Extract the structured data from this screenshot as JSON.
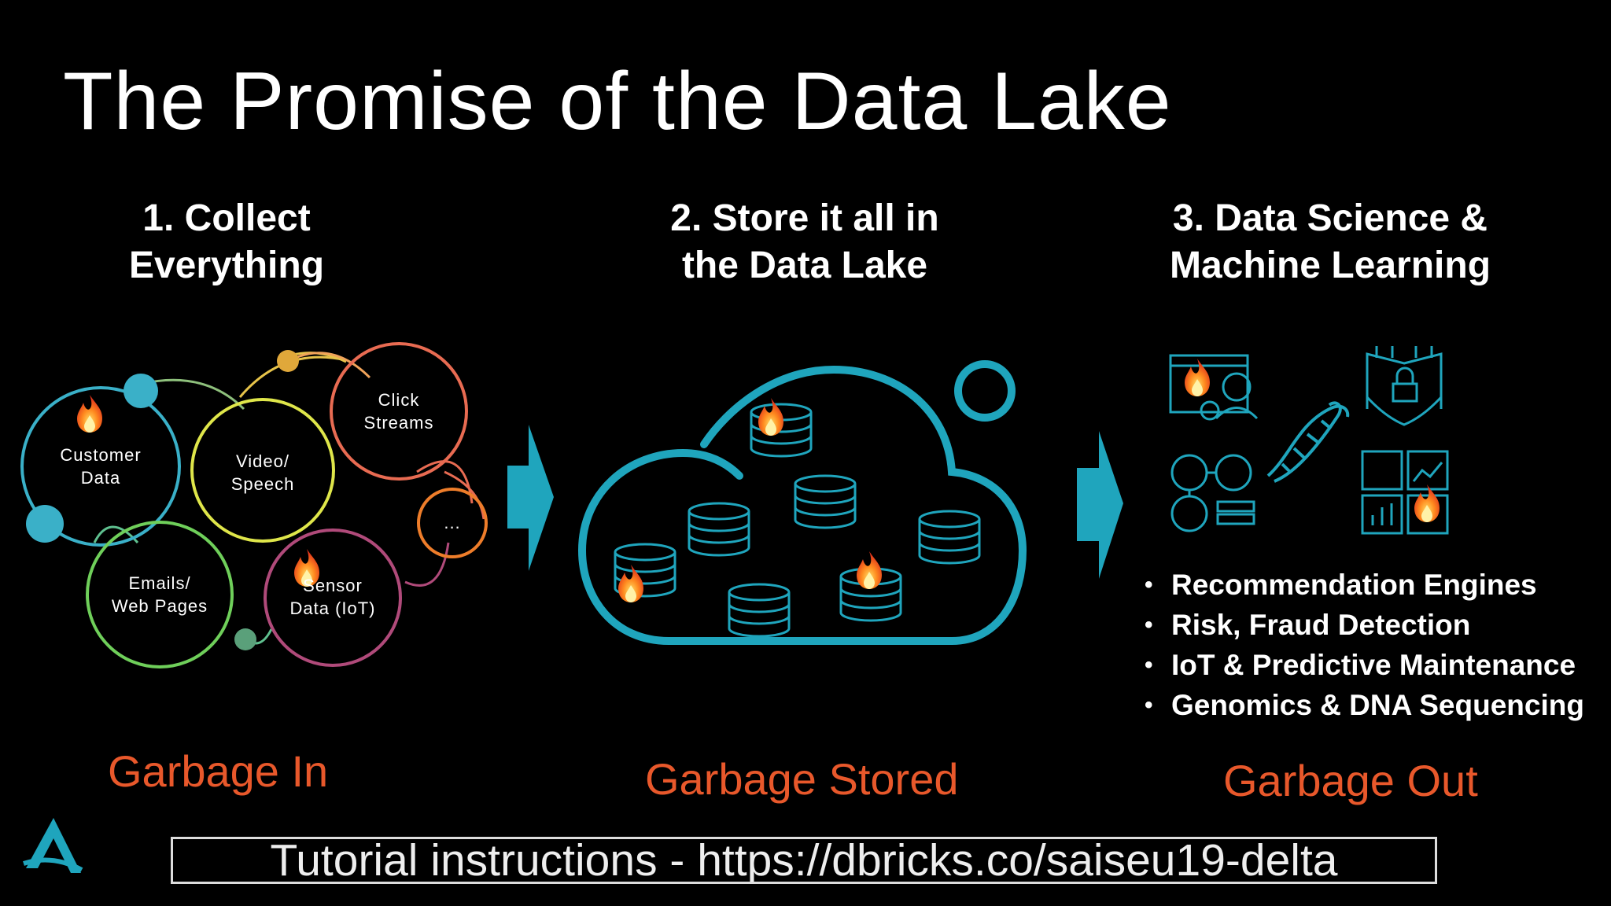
{
  "title": "The Promise of the Data Lake",
  "steps": [
    {
      "line1": "1. Collect",
      "line2": "Everything",
      "outcome": "Garbage In"
    },
    {
      "line1": "2. Store it all in",
      "line2": "the Data Lake",
      "outcome": "Garbage Stored"
    },
    {
      "line1": "3. Data Science &",
      "line2": "Machine Learning",
      "outcome": "Garbage Out"
    }
  ],
  "sources": {
    "customer": {
      "line1": "Customer",
      "line2": "Data"
    },
    "video": {
      "line1": "Video/",
      "line2": "Speech"
    },
    "click": {
      "line1": "Click",
      "line2": "Streams"
    },
    "emails": {
      "line1": "Emails/",
      "line2": "Web Pages"
    },
    "sensor": {
      "line1": "Sensor",
      "line2": "Data (IoT)"
    },
    "more": "..."
  },
  "use_cases": [
    "Recommendation Engines",
    "Risk, Fraud Detection",
    "IoT & Predictive Maintenance",
    "Genomics & DNA Sequencing"
  ],
  "tutorial_text": "Tutorial instructions - https://dbricks.co/saiseu19-delta",
  "icons": [
    "fire-icon",
    "database-icon",
    "cloud-icon",
    "arrow-right-icon",
    "dna-icon",
    "security-shield-icon",
    "user-network-icon",
    "dashboard-icon",
    "logo-icon"
  ],
  "colors": {
    "background": "#000000",
    "accent": "#1fa5bd",
    "outcome": "#e8582b",
    "text": "#ffffff"
  }
}
